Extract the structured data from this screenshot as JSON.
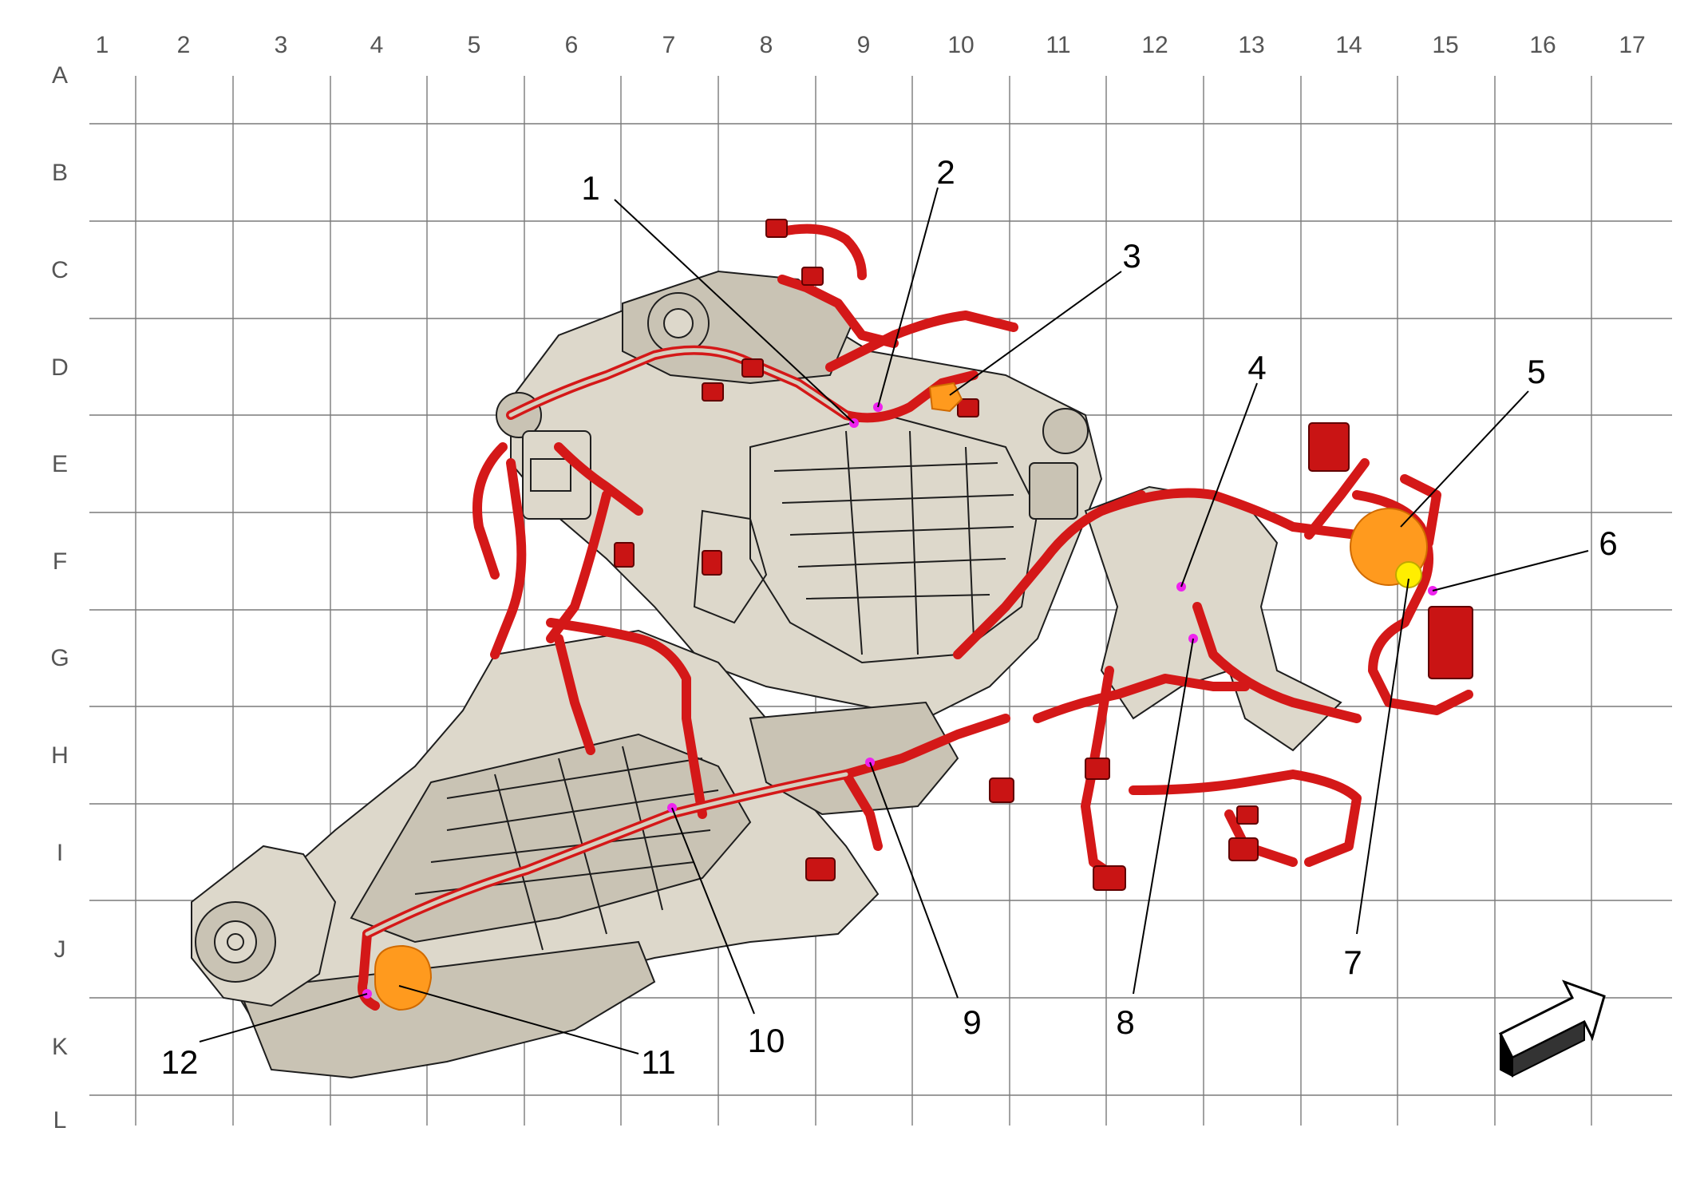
{
  "grid": {
    "columns": [
      "1",
      "2",
      "3",
      "4",
      "5",
      "6",
      "7",
      "8",
      "9",
      "10",
      "11",
      "12",
      "13",
      "14",
      "15",
      "16",
      "17"
    ],
    "rows": [
      "A",
      "B",
      "C",
      "D",
      "E",
      "F",
      "G",
      "H",
      "I",
      "J",
      "K",
      "L"
    ]
  },
  "callouts": [
    {
      "id": 1,
      "label": "1"
    },
    {
      "id": 2,
      "label": "2"
    },
    {
      "id": 3,
      "label": "3"
    },
    {
      "id": 4,
      "label": "4"
    },
    {
      "id": 5,
      "label": "5"
    },
    {
      "id": 6,
      "label": "6"
    },
    {
      "id": 7,
      "label": "7"
    },
    {
      "id": 8,
      "label": "8"
    },
    {
      "id": 9,
      "label": "9"
    },
    {
      "id": 10,
      "label": "10"
    },
    {
      "id": 11,
      "label": "11"
    },
    {
      "id": 12,
      "label": "12"
    }
  ],
  "colors": {
    "harness": "#d41818",
    "engine_body": "#ddd8cb",
    "highlight_orange": "#ff9a1e",
    "highlight_yellow": "#ffee00",
    "ground_point": "#ee22ee",
    "grid": "#7a7a7a"
  },
  "icons": {
    "orientation_arrow": "front-direction-arrow-icon"
  }
}
